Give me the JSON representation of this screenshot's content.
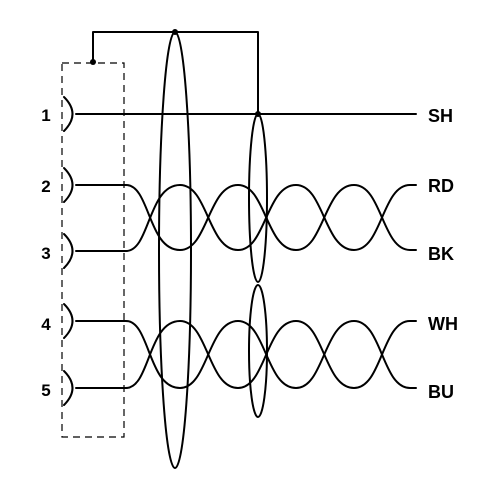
{
  "pins": [
    {
      "number": "1"
    },
    {
      "number": "2"
    },
    {
      "number": "3"
    },
    {
      "number": "4"
    },
    {
      "number": "5"
    }
  ],
  "wires": [
    {
      "label": "SH"
    },
    {
      "label": "RD"
    },
    {
      "label": "BK"
    },
    {
      "label": "WH"
    },
    {
      "label": "BU"
    }
  ],
  "colors": {
    "line": "#000000",
    "background": "#ffffff"
  }
}
